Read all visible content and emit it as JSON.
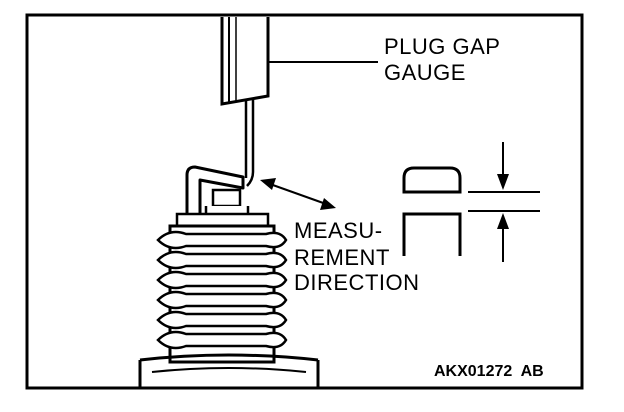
{
  "labels": {
    "gauge_line1": "PLUG GAP",
    "gauge_line2": "GAUGE",
    "measure_line1": "MEASU-",
    "measure_line2": "REMENT",
    "measure_line3": "DIRECTION",
    "figure_code": "AKX01272  AB"
  },
  "icons": {
    "measurement_arrow": "double-headed-arrow",
    "gap_arrows": "opposing-arrows"
  }
}
